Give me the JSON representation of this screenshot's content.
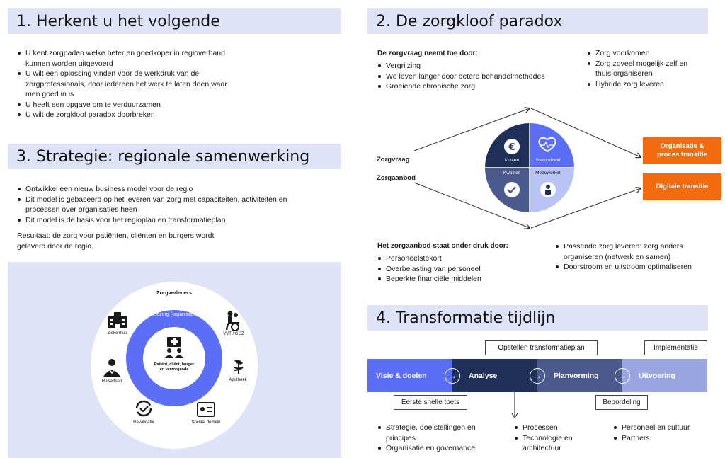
{
  "s1": {
    "title": "1. Herkent u het volgende",
    "items": [
      "U kent zorgpaden welke beter en goedkoper in regioverband kunnen worden uitgevoerd",
      "U wilt een oplossing vinden voor de werkdruk van de zorgprofessionals, door iedereen het werk te laten doen waar men goed in is",
      "U heeft een opgave om te verduurzamen",
      "U wilt de zorgkloof paradox doorbreken"
    ]
  },
  "s2": {
    "title": "2. De zorgkloof paradox",
    "demand_head": "De zorgvraag neemt toe door:",
    "demand_items": [
      "Vergrijzing",
      "We leven langer door betere behandelmethodes",
      "Groeiende chronische zorg"
    ],
    "demand_solutions": [
      "Zorg voorkomen",
      "Zorg zoveel mogelijk zelf en thuis organiseren",
      "Hybride zorg leveren"
    ],
    "label_vraag": "Zorgvraag",
    "label_aanbod": "Zorgaanbod",
    "quadrants": {
      "kosten": "Kosten",
      "gezondheid": "Gezondheid",
      "kwaliteit": "Kwaliteit",
      "medewerker": "Medewerker"
    },
    "orange1": "Organisatie & proces transitie",
    "orange2": "Digitale transitie",
    "supply_head": "Het zorgaanbod staat onder druk door:",
    "supply_items": [
      "Personeelstekort",
      "Overbelasting van personeel",
      "Beperkte financiële middelen"
    ],
    "supply_solutions": [
      "Passende zorg leveren: zorg anders organiseren (netwerk en samen)",
      "Doorstroom en uitstroom optimaliseren"
    ],
    "colors": {
      "navy": "#1e3057",
      "blue": "#5b6ef5",
      "slate": "#4a5a8c",
      "light": "#b7c4f5",
      "orange": "#f26b0f"
    }
  },
  "s3": {
    "title": "3. Strategie: regionale samenwerking",
    "items": [
      "Ontwikkel een nieuw business model voor de regio",
      "Dit model is gebaseerd op het leveren van zorg met capaciteiten, activiteiten en processen over organisaties heen",
      "Dit model is de basis voor het regioplan en transformatieplan"
    ],
    "result": "Resultaat: de zorg voor patiënten, cliënten en burgers wordt geleverd door de regio.",
    "diagram": {
      "top": "Zorgverleners",
      "ring": "Telezorg (organisatie)",
      "center": "Patiënt, cliënt, burger en verzorgende",
      "nodes": {
        "ziekenhuis": "Ziekenhuis",
        "vvt": "VVT / GGZ",
        "huisartsen": "Huisartsen",
        "apotheek": "Apotheek",
        "revalidatie": "Revalidatie",
        "sociaal": "Sociaal domein"
      }
    }
  },
  "s4": {
    "title": "4. Transformatie tijdlijn",
    "top_boxes": {
      "plan": "Opstellen transformatieplan",
      "impl": "Implementatie"
    },
    "phases": [
      "Visie & doelen",
      "Analyse",
      "Planvorming",
      "Uitvoering"
    ],
    "phase_colors": [
      "#5b6ef5",
      "#1e3057",
      "#4a5a8c",
      "#9aa6df"
    ],
    "bottom_boxes": {
      "toets": "Eerste snelle toets",
      "beoordeling": "Beoordeling"
    },
    "col1": [
      "Strategie, doelstellingen en principes",
      "Organisatie en governance"
    ],
    "col2": [
      "Processen",
      "Technologie en architectuur"
    ],
    "col3": [
      "Personeel en cultuur",
      "Partners"
    ]
  }
}
